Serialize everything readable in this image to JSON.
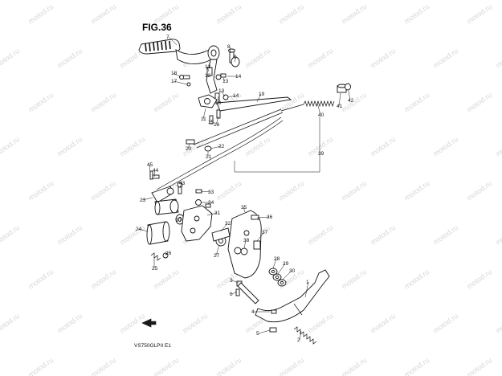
{
  "figure_title": "FIG.36",
  "model_code": "VS750GLPII E1",
  "watermark": "motod.ru",
  "part_numbers": [
    "1",
    "2",
    "3",
    "4",
    "5",
    "6",
    "7",
    "8",
    "9",
    "10",
    "11",
    "12",
    "13",
    "14",
    "15",
    "16",
    "17",
    "18",
    "19",
    "20",
    "21",
    "22",
    "23",
    "24",
    "25",
    "26",
    "27",
    "28",
    "29",
    "30",
    "31",
    "32",
    "33",
    "34",
    "35",
    "36",
    "37",
    "38",
    "39",
    "40",
    "41",
    "42",
    "43",
    "44",
    "45"
  ]
}
